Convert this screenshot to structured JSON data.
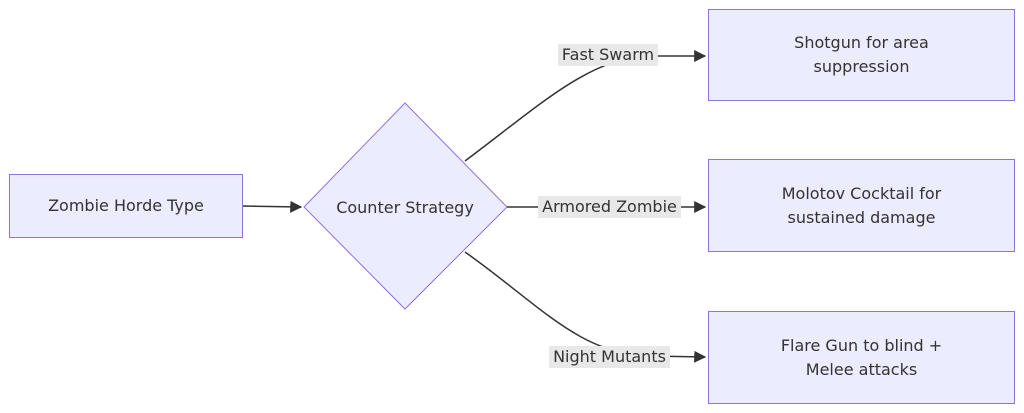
{
  "diagram": {
    "source_node": "Zombie Horde Type",
    "decision_node": "Counter Strategy",
    "branches": [
      {
        "condition": "Fast Swarm",
        "outcome": "Shotgun for area suppression"
      },
      {
        "condition": "Armored Zombie",
        "outcome": "Molotov Cocktail for sustained damage"
      },
      {
        "condition": "Night Mutants",
        "outcome": "Flare Gun to blind + Melee attacks"
      }
    ]
  },
  "colors": {
    "node_fill": "#ececff",
    "node_border": "#9370db",
    "edge": "#333333",
    "edge_label_bg": "#e8e8e8"
  }
}
